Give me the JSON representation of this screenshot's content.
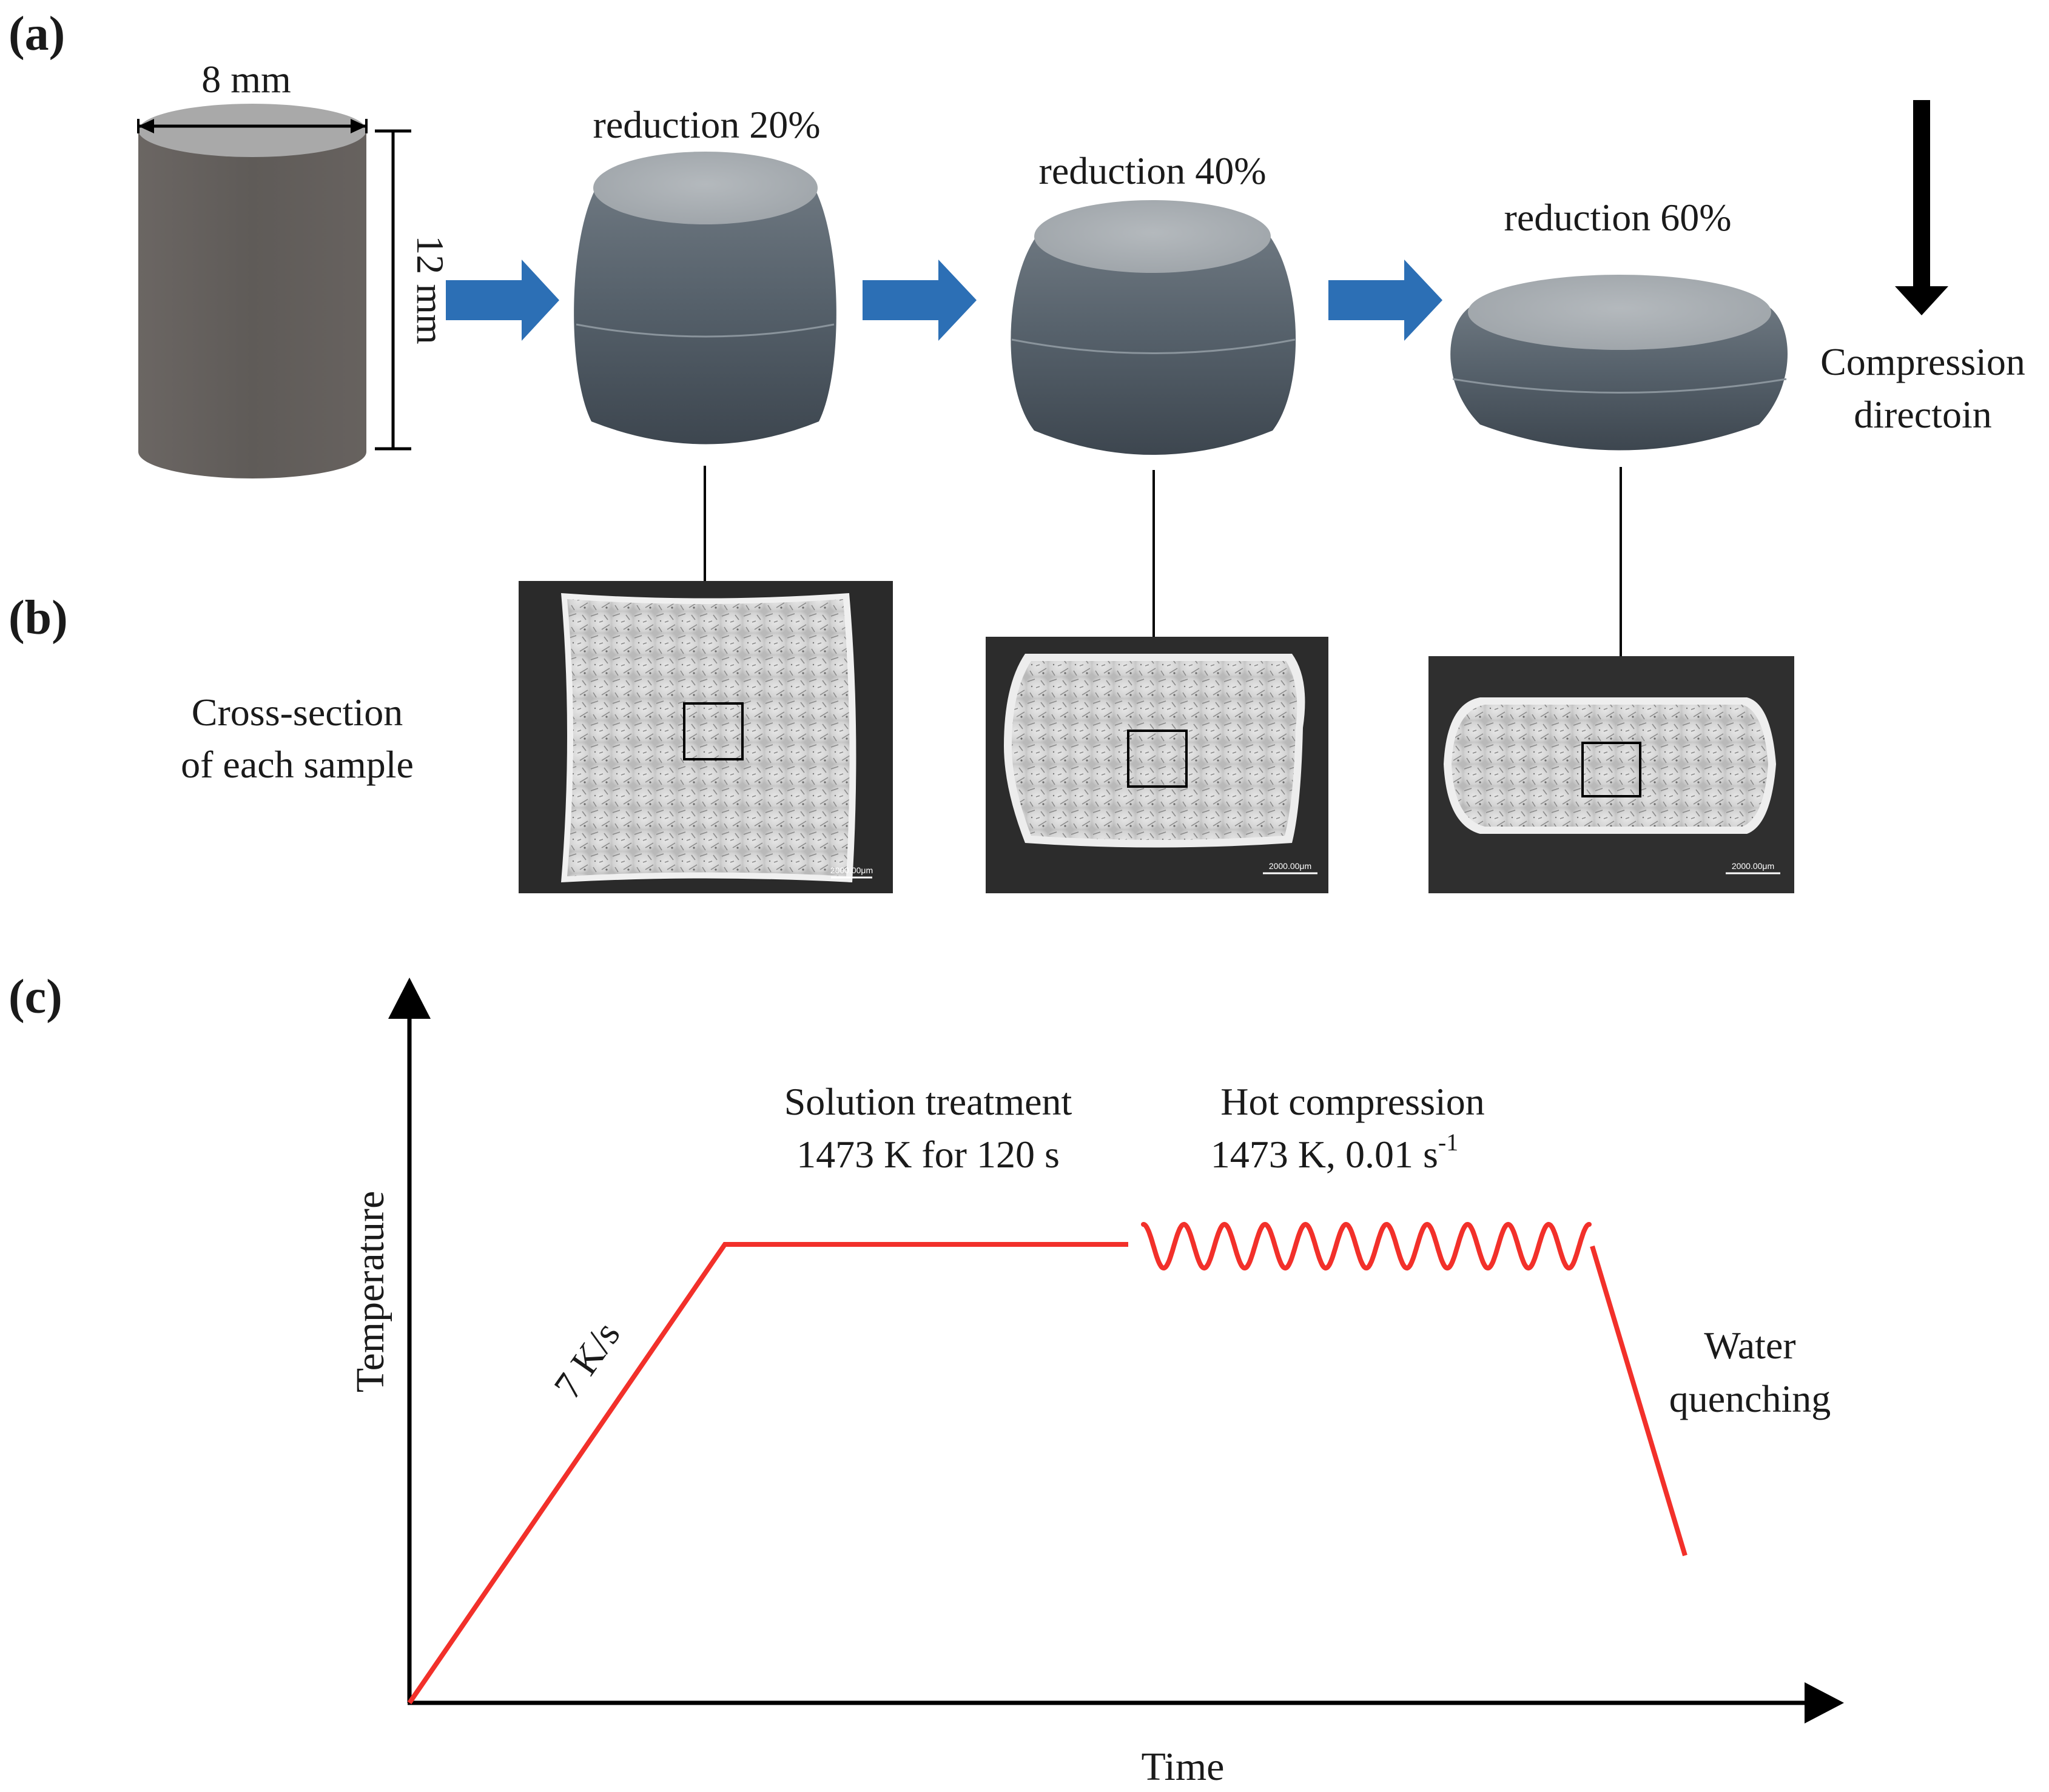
{
  "panels": {
    "a": "(a)",
    "b": "(b)",
    "c": "(c)"
  },
  "specimen": {
    "diameter": "8 mm",
    "height": "12 mm"
  },
  "stages": [
    {
      "label": "reduction 20%",
      "reduction_percent": 20
    },
    {
      "label": "reduction 40%",
      "reduction_percent": 40
    },
    {
      "label": "reduction 60%",
      "reduction_percent": 60
    }
  ],
  "compression_direction": {
    "line1": "Compression",
    "line2": "directoin"
  },
  "cross_section": {
    "line1": "Cross-section",
    "line2": "of each sample",
    "scale_bar": "2000.00μm"
  },
  "thermal_profile": {
    "x_axis": "Time",
    "y_axis": "Temperature",
    "heating_rate": "7 K/s",
    "solution": {
      "line1": "Solution treatment",
      "line2": "1473 K for 120 s"
    },
    "hot_compression": {
      "line1": "Hot compression",
      "line2_main": "1473 K, 0.01 s",
      "line2_sup": "-1"
    },
    "quench": {
      "line1": "Water",
      "line2": "quenching"
    }
  },
  "colors": {
    "arrow_blue": "#2c6fb5",
    "profile_red": "#f2302a",
    "cylinder_gray": "#625e5b",
    "sample_gray": "#4c5660"
  }
}
